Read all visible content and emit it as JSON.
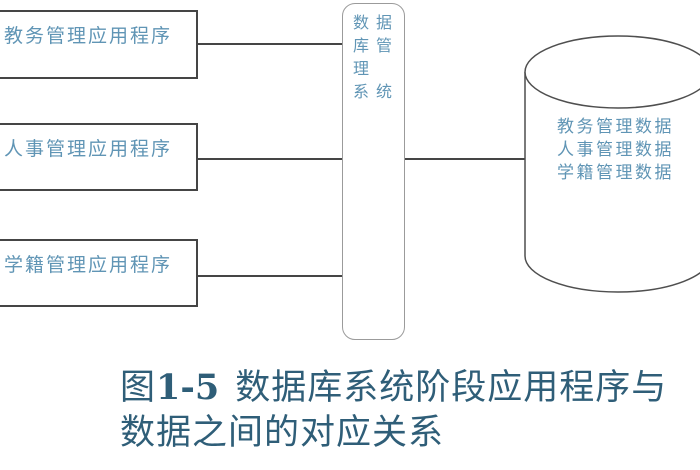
{
  "diagram": {
    "app_boxes": [
      {
        "label": "教务管理应用程序"
      },
      {
        "label": "人事管理应用程序"
      },
      {
        "label": "学籍管理应用程序"
      }
    ],
    "dbms": {
      "label": "数据库管理系统",
      "display_lines": [
        "数据",
        "库管",
        "理",
        "系统"
      ]
    },
    "database": {
      "items": [
        "教务管理数据",
        "人事管理数据",
        "学籍管理数据"
      ]
    },
    "caption": {
      "figure_prefix": "图",
      "figure_number": "1-5",
      "line1": "数据库系统阶段应用程序与",
      "line2": "数据之间的对应关系"
    },
    "colors": {
      "diagram_text": "#6095b5",
      "caption_text": "#2f5e78",
      "line": "#454545"
    }
  }
}
